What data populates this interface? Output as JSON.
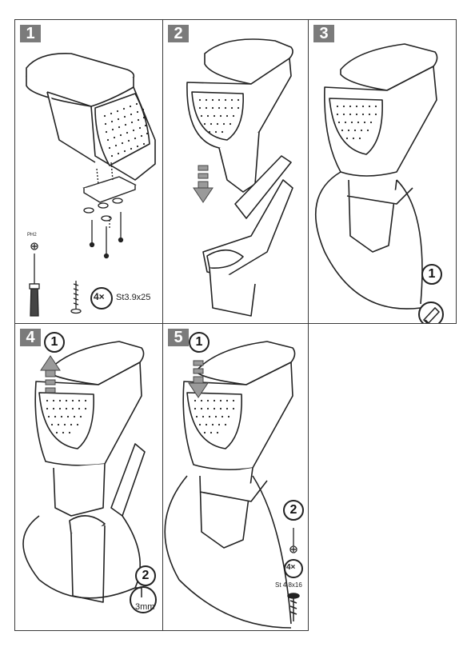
{
  "panels": [
    {
      "number": "1"
    },
    {
      "number": "2"
    },
    {
      "number": "3"
    },
    {
      "number": "4"
    },
    {
      "number": "5"
    }
  ],
  "panel1": {
    "screwdriver_label": "PH2",
    "screw_count": "4×",
    "screw_spec": "St3.9x25"
  },
  "panel3": {
    "callout_number": "1"
  },
  "panel4": {
    "lift_step": "1",
    "drill_step": "2",
    "drill_size": "3mm"
  },
  "panel5": {
    "press_step": "1",
    "screw_step": "2",
    "screw_count": "4×",
    "screw_spec": "St 4,8x16"
  }
}
